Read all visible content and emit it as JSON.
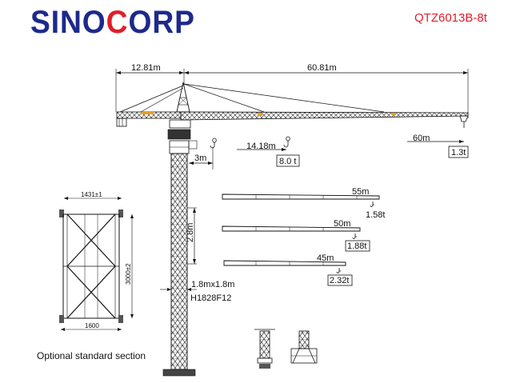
{
  "brand": {
    "pre": "SINO",
    "accent": "C",
    "post": "ORP"
  },
  "model": "QTZ6013B-8t",
  "dims": {
    "counter_jib": "12.81m",
    "jib": "60.81m",
    "jib_tip_radius": "60m",
    "tip_load": "1.3t",
    "max_load_radius": "14.18m",
    "max_load": "8.0 t",
    "hook_offset": "3m",
    "section_height": "2.8m",
    "section_size": "1.8mx1.8m",
    "section_code": "H1828F12"
  },
  "load_configs": [
    {
      "length": "55m",
      "load": "1.58t"
    },
    {
      "length": "50m",
      "load": "1.88t"
    },
    {
      "length": "45m",
      "load": "2.32t"
    }
  ],
  "section_drawing": {
    "top_width": "1431±1",
    "height": "3000±2",
    "bottom_width": "1600"
  },
  "caption": "Optional standard section"
}
